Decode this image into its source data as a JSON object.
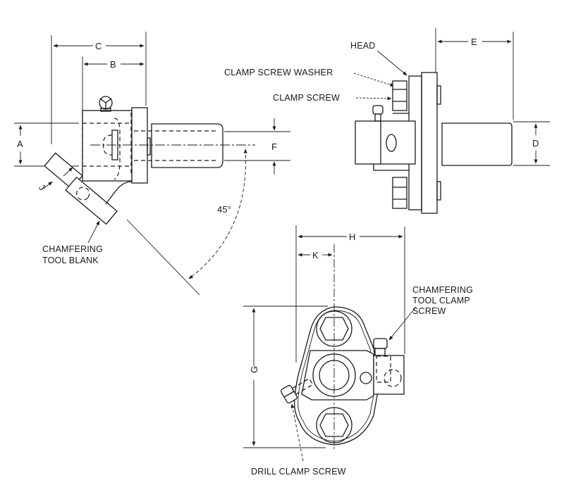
{
  "diagram": {
    "subject": "Chamfering tool holder assembly — three orthographic views",
    "dimensions": {
      "A": "A",
      "B": "B",
      "C": "C",
      "D": "D",
      "E": "E",
      "F": "F",
      "G": "G",
      "H": "H",
      "J": "J",
      "K": "K"
    },
    "angle": "45°",
    "callouts": {
      "head": "HEAD",
      "clamp_screw_washer": "CLAMP SCREW WASHER",
      "clamp_screw": "CLAMP SCREW",
      "chamfering_tool_blank_line1": "CHAMFERING",
      "chamfering_tool_blank_line2": "TOOL BLANK",
      "chamfering_tool_clamp_screw_line1": "CHAMFERING",
      "chamfering_tool_clamp_screw_line2": "TOOL CLAMP",
      "chamfering_tool_clamp_screw_line3": "SCREW",
      "drill_clamp_screw": "DRILL CLAMP SCREW"
    },
    "colors": {
      "ink": "#1a1a1a",
      "background": "#ffffff"
    }
  }
}
